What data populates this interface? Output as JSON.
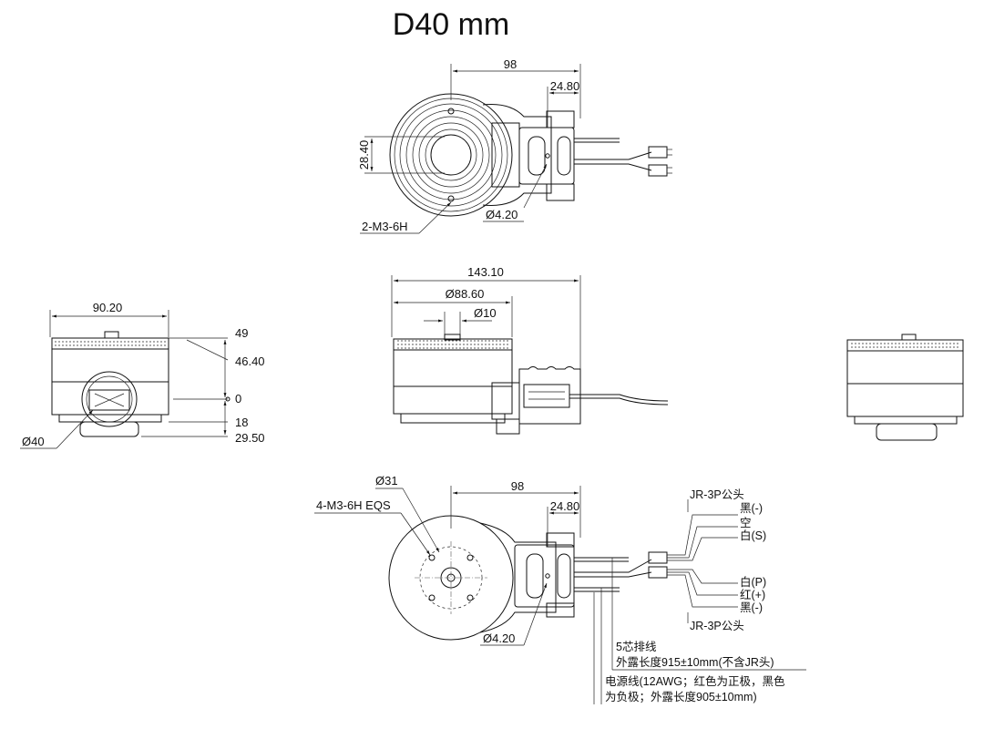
{
  "title": "D40 mm",
  "top_view": {
    "width": "98",
    "mount_offset": "24.80",
    "hole_spacing": "28.40",
    "hole_dia": "Ø4.20",
    "thread": "2-M3-6H"
  },
  "front_view": {
    "overall_length": "143.10",
    "stator_dia": "Ø88.60",
    "shaft_dia": "Ø10"
  },
  "side_view": {
    "width": "90.20",
    "h1": "49",
    "h2": "46.40",
    "h0": "0",
    "h3": "18",
    "h4": "29.50",
    "arm_dia": "Ø40"
  },
  "bottom_view": {
    "center_dia": "Ø31",
    "thread": "4-M3-6H EQS",
    "width": "98",
    "mount_offset": "24.80",
    "hole_dia": "Ø4.20"
  },
  "connectors": {
    "jr_top": "JR-3P公头",
    "black_minus_top": "黑(-)",
    "empty": "空",
    "white_s": "白(S)",
    "white_p": "白(P)",
    "red_plus": "红(+)",
    "black_minus_bottom": "黑(-)",
    "jr_bottom": "JR-3P公头"
  },
  "cable_notes": {
    "signal_line1": "5芯排线",
    "signal_line2": "外露长度915±10mm(不含JR头)",
    "power_line1": "电源线(12AWG；红色为正极，黑色",
    "power_line2": "为负极；外露长度905±10mm)"
  }
}
